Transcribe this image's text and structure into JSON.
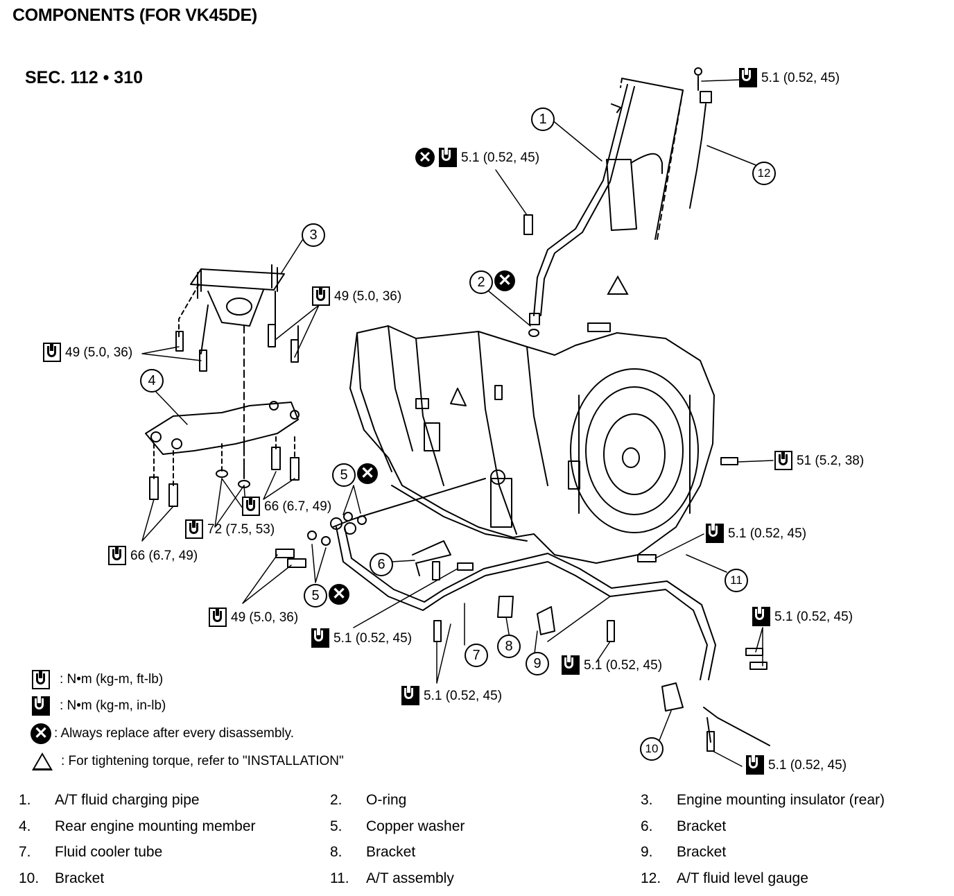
{
  "title": "COMPONENTS (FOR VK45DE)",
  "section": "SEC. 112 • 310",
  "callouts": [
    "1",
    "2",
    "3",
    "4",
    "5",
    "5",
    "6",
    "7",
    "8",
    "9",
    "10",
    "11",
    "12"
  ],
  "torques": {
    "t_dipstick_bolt": "5.1 (0.52, 45)",
    "t_pipe_bolt": "5.1 (0.52, 45)",
    "t_insulator_right": "49 (5.0, 36)",
    "t_insulator_left": "49 (5.0, 36)",
    "t_converter": "51 (5.2, 38)",
    "t_member_right": "66 (6.7, 49)",
    "t_member_center": "72 (7.5, 53)",
    "t_member_left": "66 (6.7, 49)",
    "t_housing_bolt": "5.1 (0.52, 45)",
    "t_cooler_bolts": "49 (5.0, 36)",
    "t_bracket6": "5.1 (0.52, 45)",
    "t_bracket9": "5.1 (0.52, 45)",
    "t_bracket7": "5.1 (0.52, 45)",
    "t_bracket10_top": "5.1 (0.52, 45)",
    "t_bracket10_bottom": "5.1 (0.52, 45)"
  },
  "legend": {
    "ftlb": ": N•m  (kg-m,  ft-lb)",
    "inlb": ": N•m  (kg-m,  in-lb)",
    "replace": ": Always replace after every disassembly.",
    "installation": ": For tightening torque, refer to \"INSTALLATION\""
  },
  "parts": [
    {
      "num": "1.",
      "name": "A/T fluid charging pipe"
    },
    {
      "num": "2.",
      "name": "O-ring"
    },
    {
      "num": "3.",
      "name": "Engine mounting insulator (rear)"
    },
    {
      "num": "4.",
      "name": "Rear engine mounting member"
    },
    {
      "num": "5.",
      "name": "Copper washer"
    },
    {
      "num": "6.",
      "name": "Bracket"
    },
    {
      "num": "7.",
      "name": "Fluid cooler tube"
    },
    {
      "num": "8.",
      "name": "Bracket"
    },
    {
      "num": "9.",
      "name": "Bracket"
    },
    {
      "num": "10.",
      "name": "Bracket"
    },
    {
      "num": "11.",
      "name": "A/T assembly"
    },
    {
      "num": "12.",
      "name": "A/T fluid level gauge"
    }
  ]
}
